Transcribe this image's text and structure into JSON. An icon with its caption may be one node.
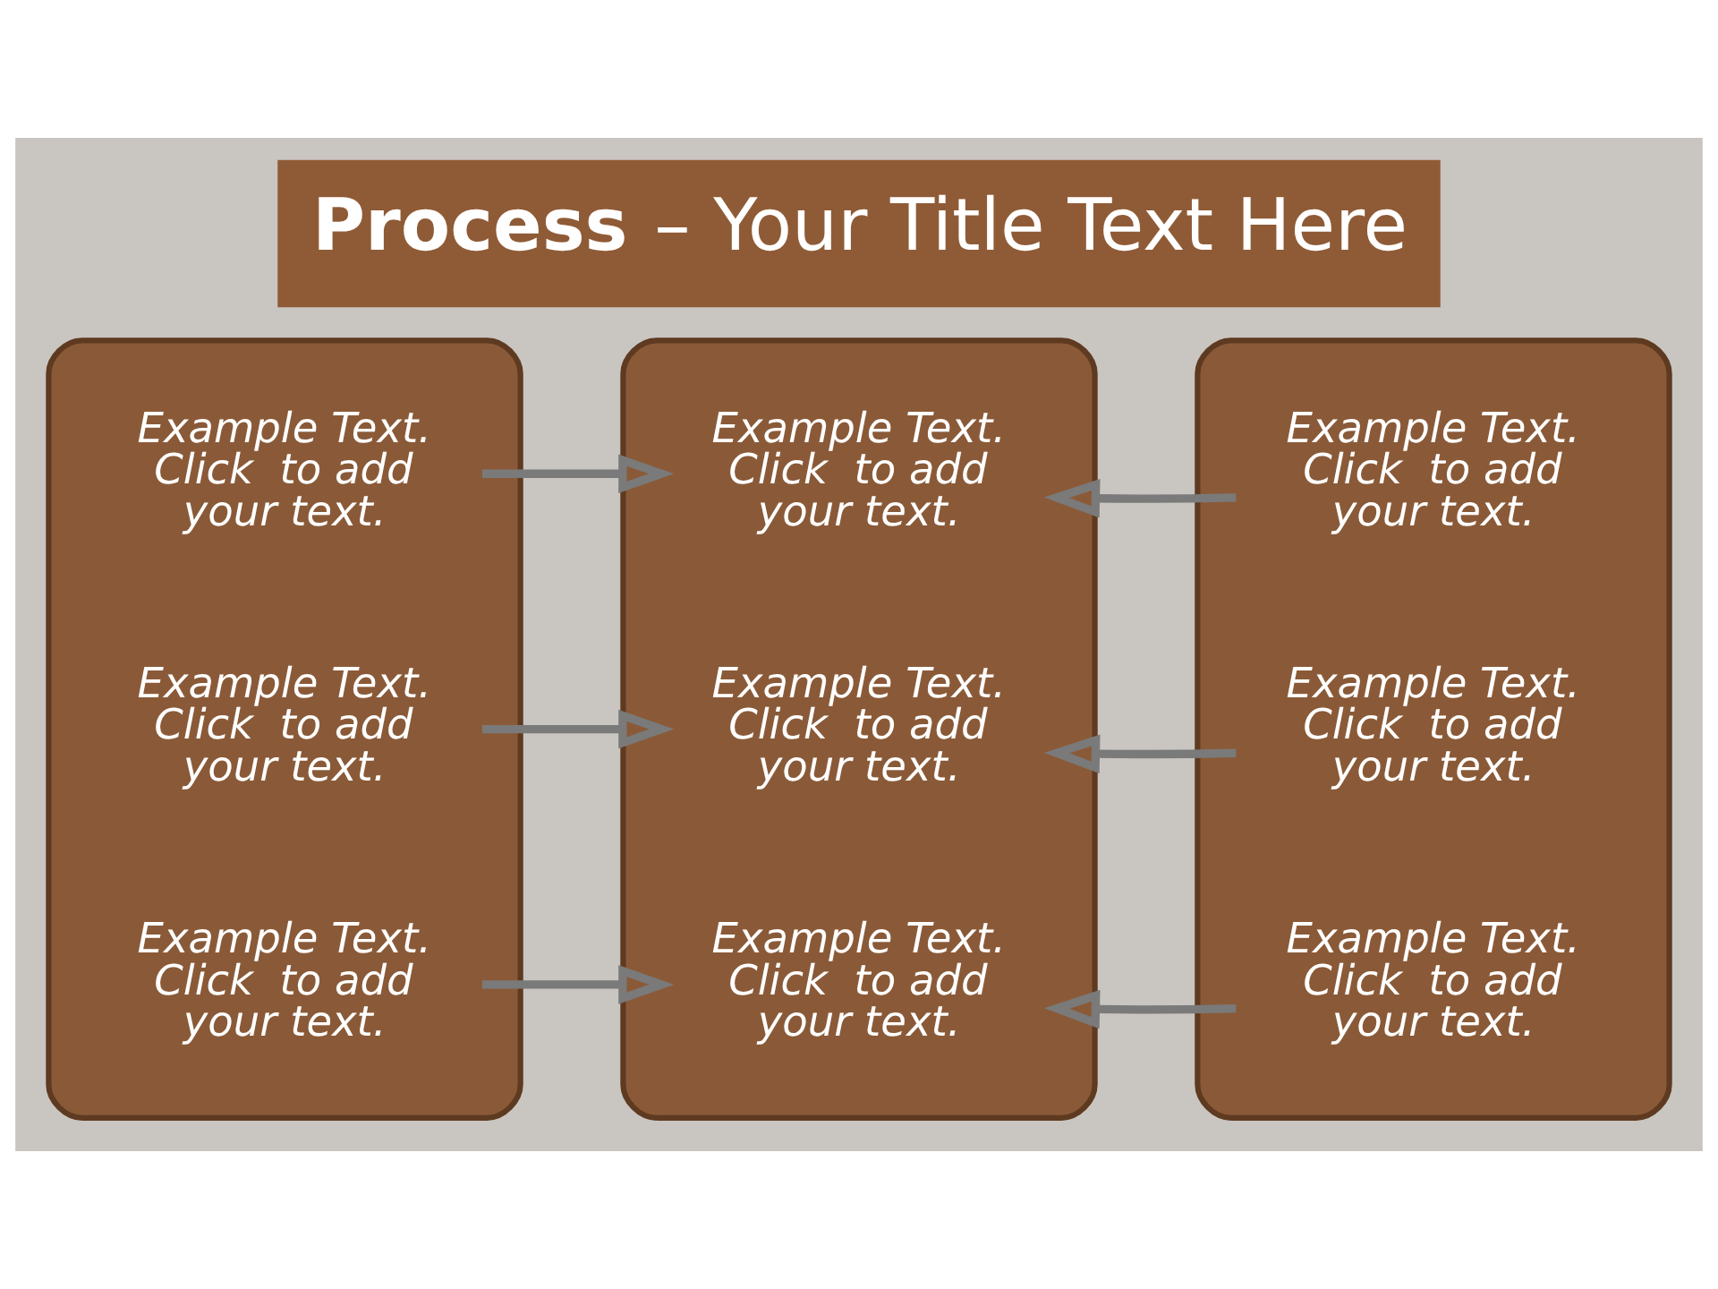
{
  "diagram": {
    "title": "**Process** – Your Title Text Here",
    "nodes": [
      {
        "text": [],
        "shape": "box"
      },
      {
        "text": [
          "Example Text. Click  to add your text."
        ],
        "in": 0
      },
      {
        "text": [
          "Example Text. Click  to add your text."
        ],
        "in": 0
      },
      {
        "text": [
          "Example Text. Click  to add your text."
        ],
        "in": 0
      },
      {
        "text": [],
        "shape": "box"
      },
      {
        "text": [
          "Example Text. Click  to add your text."
        ],
        "in": 4
      },
      {
        "text": [
          "Example Text. Click  to add your text."
        ],
        "in": 4
      },
      {
        "text": [
          "Example Text. Click  to add your text."
        ],
        "in": 4
      },
      {
        "text": [],
        "shape": "box"
      },
      {
        "text": [
          "Example Text. Click  to add your text."
        ],
        "in": 8
      },
      {
        "text": [
          "Example Text. Click  to add your text."
        ],
        "in": 8
      },
      {
        "text": [
          "Example Text. Click  to add your text."
        ],
        "in": 8
      }
    ],
    "edges": [
      {
        "from": 1,
        "to": 5,
        "arrow": "to"
      },
      {
        "from": 2,
        "to": 6,
        "arrow": "to"
      },
      {
        "from": 3,
        "to": 7,
        "arrow": "to"
      },
      {
        "from": 9,
        "to": 5,
        "arrow": "to"
      },
      {
        "from": 10,
        "to": 6,
        "arrow": "to"
      },
      {
        "from": 11,
        "to": 7,
        "arrow": "to"
      }
    ]
  }
}
